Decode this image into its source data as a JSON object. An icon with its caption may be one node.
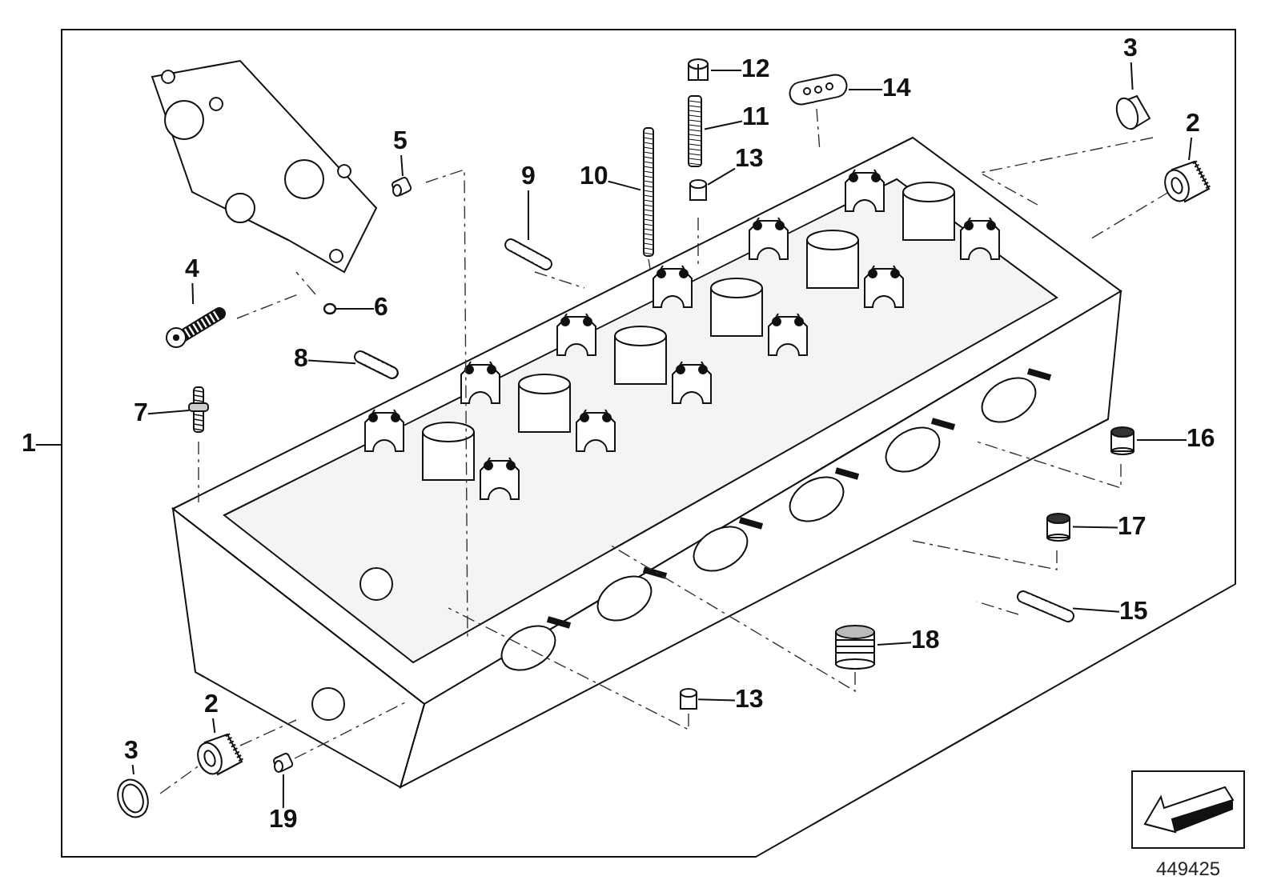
{
  "diagram": {
    "nodes": [
      {
        "text": [],
        "shape": "box"
      },
      {
        "text": [
          "12"
        ],
        "in": 0
      },
      {
        "text": [
          "14"
        ],
        "in": 0
      },
      {
        "text": [
          "3"
        ],
        "in": 0
      },
      {
        "text": [
          "11"
        ],
        "in": 0
      },
      {
        "text": [
          "2"
        ],
        "in": 0
      },
      {
        "text": [
          "5"
        ],
        "in": 0
      },
      {
        "text": [
          "13"
        ],
        "in": 0
      },
      {
        "text": [
          "10"
        ],
        "in": 0
      },
      {
        "text": [
          "9"
        ],
        "in": 0
      },
      {
        "text": [
          "4"
        ],
        "in": 0
      },
      {
        "text": [
          "6"
        ],
        "in": 0
      },
      {
        "text": [
          "8"
        ],
        "in": 0
      },
      {
        "text": [
          "7"
        ],
        "in": 0
      },
      {
        "text": [
          "1"
        ]
      },
      {
        "text": [
          "16"
        ],
        "in": 0
      },
      {
        "text": [
          "17"
        ],
        "in": 0
      },
      {
        "text": [
          "15"
        ],
        "in": 0
      },
      {
        "text": [
          "18"
        ],
        "in": 0
      },
      {
        "text": [
          "13"
        ],
        "in": 0
      },
      {
        "text": [
          "2"
        ],
        "in": 0
      },
      {
        "text": [
          "3"
        ],
        "in": 0
      },
      {
        "text": [
          "19"
        ],
        "in": 0
      },
      {
        "text": [],
        "shape": "picture",
        "in": 0
      },
      {
        "text": [],
        "shape": "picture",
        "in": 0
      },
      {
        "text": [],
        "shape": "picture",
        "in": 0
      },
      {
        "text": [],
        "shape": "picture",
        "in": 0
      },
      {
        "text": [],
        "shape": "picture",
        "in": 0
      },
      {
        "text": [],
        "shape": "picture",
        "in": 0
      },
      {
        "text": [],
        "shape": "cylinder",
        "in": 0
      },
      {
        "text": [],
        "shape": "picture",
        "in": 0
      },
      {
        "text": [],
        "shape": "picture",
        "in": 0
      },
      {
        "text": [],
        "shape": "picture",
        "in": 0
      },
      {
        "text": [],
        "shape": "circle",
        "in": 0
      },
      {
        "text": [],
        "shape": "picture",
        "in": 0
      },
      {
        "text": [],
        "shape": "picture",
        "in": 0
      },
      {
        "text": [],
        "shape": "cylinder",
        "in": 0
      },
      {
        "text": [],
        "shape": "cylinder",
        "in": 0
      },
      {
        "text": [],
        "shape": "picture",
        "in": 0
      },
      {
        "text": [],
        "shape": "picture",
        "in": 0
      },
      {
        "text": [],
        "shape": "cylinder",
        "in": 0
      },
      {
        "text": [],
        "shape": "picture",
        "in": 0
      },
      {
        "text": [],
        "shape": "picture",
        "in": 0
      },
      {
        "text": [],
        "shape": "picture",
        "in": 0
      }
    ],
    "edges": [
      {
        "from": 1,
        "to": 23,
        "arrow": "none"
      },
      {
        "from": 2,
        "to": 24,
        "arrow": "none"
      },
      {
        "from": 3,
        "to": 25,
        "arrow": "none"
      },
      {
        "from": 4,
        "to": 26,
        "arrow": "none"
      },
      {
        "from": 5,
        "to": 27,
        "arrow": "none"
      },
      {
        "from": 6,
        "to": 28,
        "arrow": "none"
      },
      {
        "from": 7,
        "to": 29,
        "arrow": "none"
      },
      {
        "from": 8,
        "to": 30,
        "arrow": "none"
      },
      {
        "from": 9,
        "to": 31,
        "arrow": "none"
      },
      {
        "from": 10,
        "to": 32,
        "arrow": "none"
      },
      {
        "from": 11,
        "to": 33,
        "arrow": "none"
      },
      {
        "from": 12,
        "to": 34,
        "arrow": "none"
      },
      {
        "from": 13,
        "to": 35,
        "arrow": "none"
      },
      {
        "from": 14,
        "to": 0,
        "arrow": "none"
      },
      {
        "from": 15,
        "to": 36,
        "arrow": "none"
      },
      {
        "from": 16,
        "to": 37,
        "arrow": "none"
      },
      {
        "from": 17,
        "to": 38,
        "arrow": "none"
      },
      {
        "from": 18,
        "to": 39,
        "arrow": "none"
      },
      {
        "from": 19,
        "to": 40,
        "arrow": "none"
      },
      {
        "from": 20,
        "to": 41,
        "arrow": "none"
      },
      {
        "from": 21,
        "to": 42,
        "arrow": "none"
      },
      {
        "from": 22,
        "to": 43,
        "arrow": "none"
      }
    ],
    "labels": [
      "449425"
    ]
  }
}
